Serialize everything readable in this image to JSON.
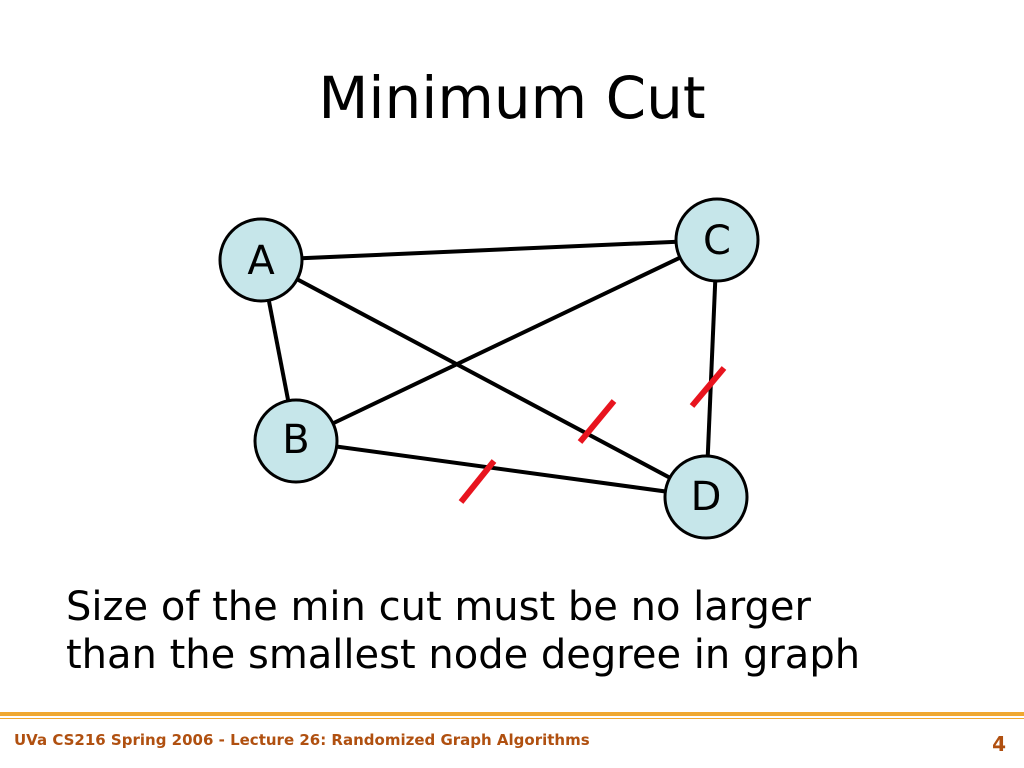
{
  "slide": {
    "title": "Minimum Cut",
    "body_lines": [
      "Size of the min cut must be no larger",
      "than the smallest node degree in graph"
    ],
    "footer": "UVa CS216 Spring 2006 - Lecture 26: Randomized Graph Algorithms",
    "page_number": "4"
  },
  "graph": {
    "nodes": [
      {
        "id": "A",
        "label": "A"
      },
      {
        "id": "B",
        "label": "B"
      },
      {
        "id": "C",
        "label": "C"
      },
      {
        "id": "D",
        "label": "D"
      }
    ],
    "edges": [
      {
        "from": "A",
        "to": "C",
        "cut": false
      },
      {
        "from": "A",
        "to": "B",
        "cut": false
      },
      {
        "from": "A",
        "to": "D",
        "cut": true
      },
      {
        "from": "B",
        "to": "C",
        "cut": false
      },
      {
        "from": "B",
        "to": "D",
        "cut": true
      },
      {
        "from": "C",
        "to": "D",
        "cut": true
      }
    ]
  },
  "colors": {
    "node_fill": "#c6e6ea",
    "node_stroke": "#000000",
    "edge": "#000000",
    "cut_mark": "#e8141e",
    "footer_text": "#b05010",
    "footer_rule": "#f0a830"
  }
}
